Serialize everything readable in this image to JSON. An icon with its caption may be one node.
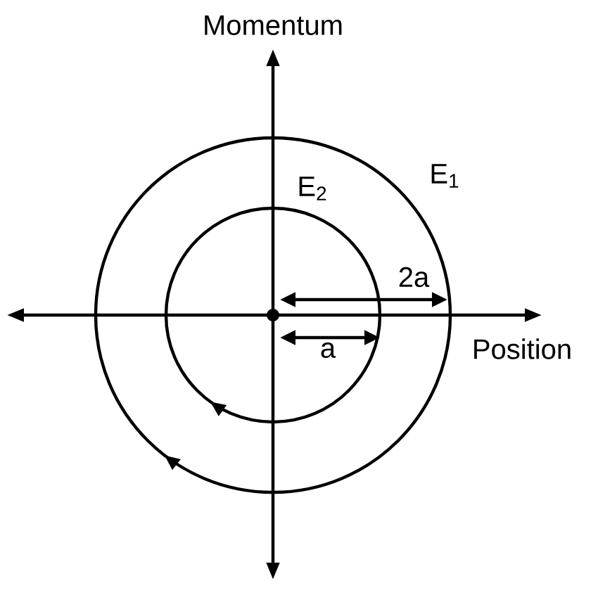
{
  "diagram": {
    "labels": [
      "Momentum",
      "E$_{1}$",
      "E$_{2}$",
      "2a",
      "a",
      "Position"
    ]
  }
}
